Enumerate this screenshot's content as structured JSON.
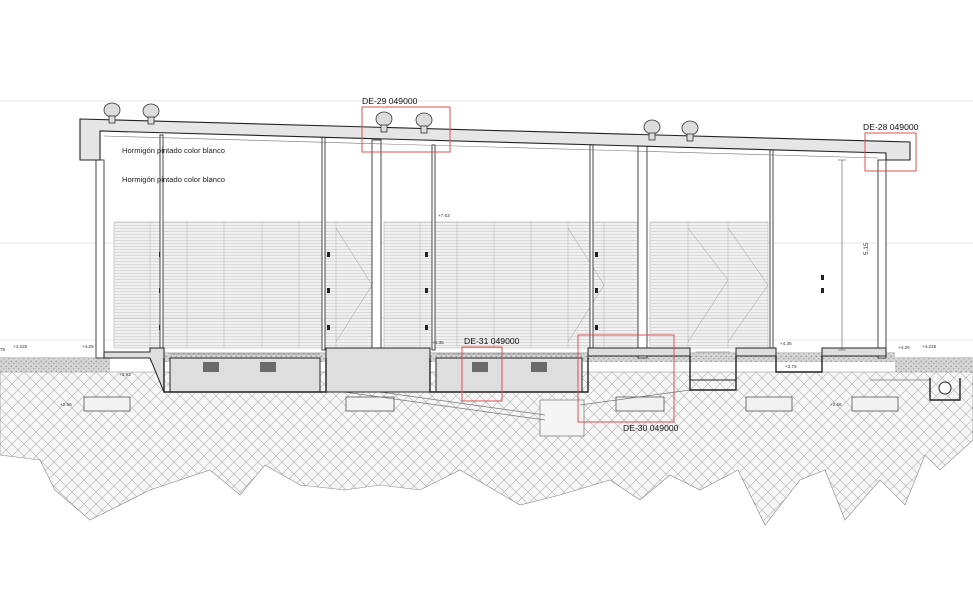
{
  "callouts": {
    "de29": "DE-29 049000",
    "de28": "DE-28 049000",
    "de31": "DE-31 049000",
    "de30": "DE-30 049000"
  },
  "notes": {
    "upper": "Hormigón pintado color blanco",
    "lower": "Hormigón pintado color blanco"
  },
  "dimensions": {
    "height": "5.15"
  },
  "levels": {
    "l_763": "+7.63",
    "l_425_left": "+4.25",
    "l_4225_left": "+4.225",
    "l_75_edge": "75",
    "l_435_mid": "+4.35",
    "l_435_right": "+4.35",
    "l_425_right": "+4.25",
    "l_4225_right": "+4.225",
    "l_375": "+3.75",
    "l_393": "+3.93",
    "l_266_left": "+2.66",
    "l_266_right": "+2.66"
  },
  "colors": {
    "callout_box": "#d9534f",
    "line": "#333333",
    "hatch": "#9a9a9a"
  }
}
